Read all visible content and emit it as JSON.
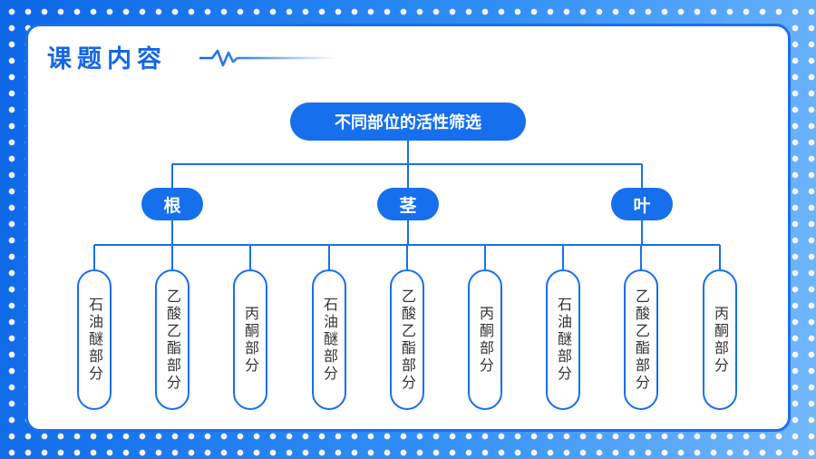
{
  "header": {
    "title": "课题内容"
  },
  "diagram": {
    "root": {
      "label": "不同部位的活性筛选"
    },
    "branches": [
      {
        "label": "根",
        "children": [
          "石油醚部分",
          "乙酸乙酯部分",
          "丙酮部分"
        ]
      },
      {
        "label": "茎",
        "children": [
          "石油醚部分",
          "乙酸乙酯部分",
          "丙酮部分"
        ]
      },
      {
        "label": "叶",
        "children": [
          "石油醚部分",
          "乙酸乙酯部分",
          "丙酮部分"
        ]
      }
    ]
  },
  "colors": {
    "accent": "#1670EE",
    "title": "#1466E8",
    "background": "#1A7CF0"
  }
}
